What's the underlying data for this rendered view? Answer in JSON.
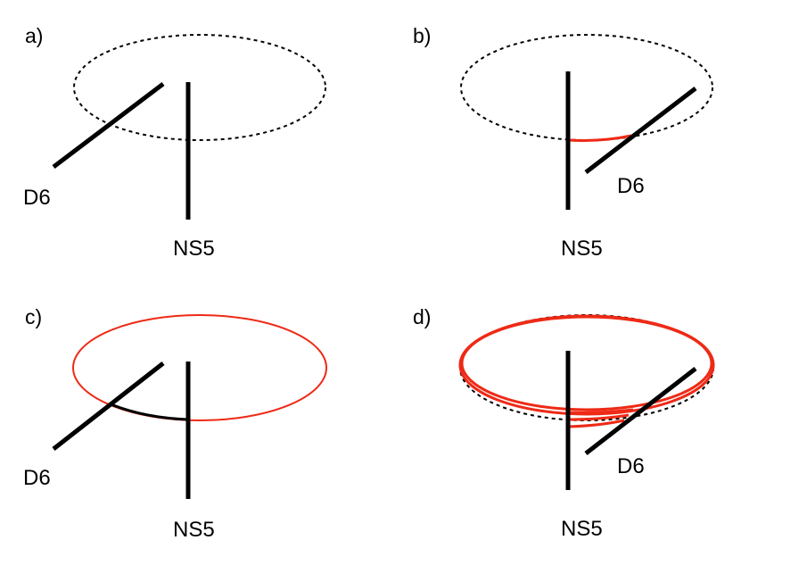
{
  "colors": {
    "brane": "#000000",
    "highlight": "#ee2a16",
    "dashed": "#000000",
    "background": "#ffffff"
  },
  "panels": [
    {
      "label": "a)",
      "d6_label": "D6",
      "ns5_label": "NS5"
    },
    {
      "label": "b)",
      "d6_label": "D6",
      "ns5_label": "NS5"
    },
    {
      "label": "c)",
      "d6_label": "D6",
      "ns5_label": "NS5"
    },
    {
      "label": "d)",
      "d6_label": "D6",
      "ns5_label": "NS5"
    }
  ]
}
